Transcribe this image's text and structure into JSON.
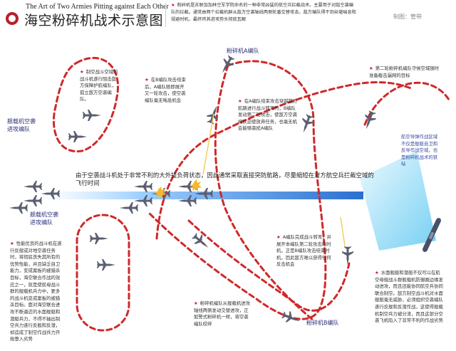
{
  "header": {
    "subtitle_en": "The Art of Two Armies Pitting against Each Other",
    "title": "海空粉碎机战术示意图",
    "description": "粉碎机是苏联加加林空军学院命名的一种非常凶猛的航空兵拦截战术。主要用于对敌空袭编队的拦截。通常由两个拦截机群从敌方空袭轴线两侧轮番交替攻击，敌方编队得不到丝毫喘息和规避时机，最终将其进攻势头彻底瓦解",
    "credit": "制图：管带"
  },
  "labels": {
    "formation_a": "粉碎机A编队",
    "formation_b": "粉碎机B编队",
    "carrier_strike_top": "舰载机空袭进攻编队",
    "carrier_strike_bottom": "舰载机空袭进攻编队"
  },
  "center_note": "由于空袭战斗机处于非常不利的大外挂负荷状态，因此通常采取直接突防航路，尽量缩短在对方航空兵拦截空域的飞行时间",
  "notes": {
    "air_superiority": "制空战斗空域的战斗机遂行阻击敌方保障护航编队，孤立敌方空袭编队。",
    "a_follow_up": "在B编队攻击结束后，A编队随即展开又一轮攻击，使空袭编队毫无喘息机会",
    "b_second_round": "在A编队结束攻击穿越敌方航路进行战斗转弯时，B编队发动第二轮攻击，使敌方空袭编队迫使放弃任务，也毫无机会能够袭扰A编队",
    "second_wave": "第二轮粉碎机编队守候空域随时准备截击漏网的目标",
    "missile_zone": "航空导弹作战区域不仅是舰艇自卫和反导作战空域，也是粉碎机战术的铁砧",
    "fighter_disadvantage": "性能优良的战斗机在遂行反舰或对地空袭任务时，将彻底丧失其所有的优势性能，并且缺乏自卫能力，变成案板的被猎杀目标，海空联合作战的效应之一，就是使航母战斗群的舰载机兵力中，更多的战斗机变成案板的被猎杀目标。面对海空联合进攻不断逼近的水面舰艇和潜艇兵力，不得不抽出制空兵力遂行反舰和反潜，却造成了制空作战兵力开始堕入劣势",
    "alternating_attack": "粉碎机编队从舰载机进攻轴线两侧发动交替进攻，正如警式粉碎机一样，将空袭编队绞碎",
    "a_turn_complete": "A编队完成战斗转弯，并展开本编队第二轮攻击的时机，正是B编队攻击结束时机，因此敌方难以获得任何反击机会",
    "surface_ships": "水面舰艇和潜艇不仅可以在航空母舰战斗群舰载机防御圈边缘发动进攻，而且还能协同航空兵协同联合制空。敌方制空战斗机对水面舰艇毫无威胁，必须组织空袭编队遂行反舰和反潜作战，这使得舰载机制空兵力被分流，而且这部分空袭飞机陷入了非常不利的作战劣势"
  },
  "colors": {
    "accent_red": "#c8202a",
    "path_dash": "#d0282a",
    "attack_axis": "#2a6fd0",
    "missile_zone": "#5ec8f0",
    "label_navy": "#2a2f7a"
  },
  "icons": {
    "logo": "red-ring-icon",
    "bullet": "star-icon",
    "aircraft": "fighter-jet-icon",
    "ship": "warship-icon",
    "explosion": "explosion-icon"
  }
}
